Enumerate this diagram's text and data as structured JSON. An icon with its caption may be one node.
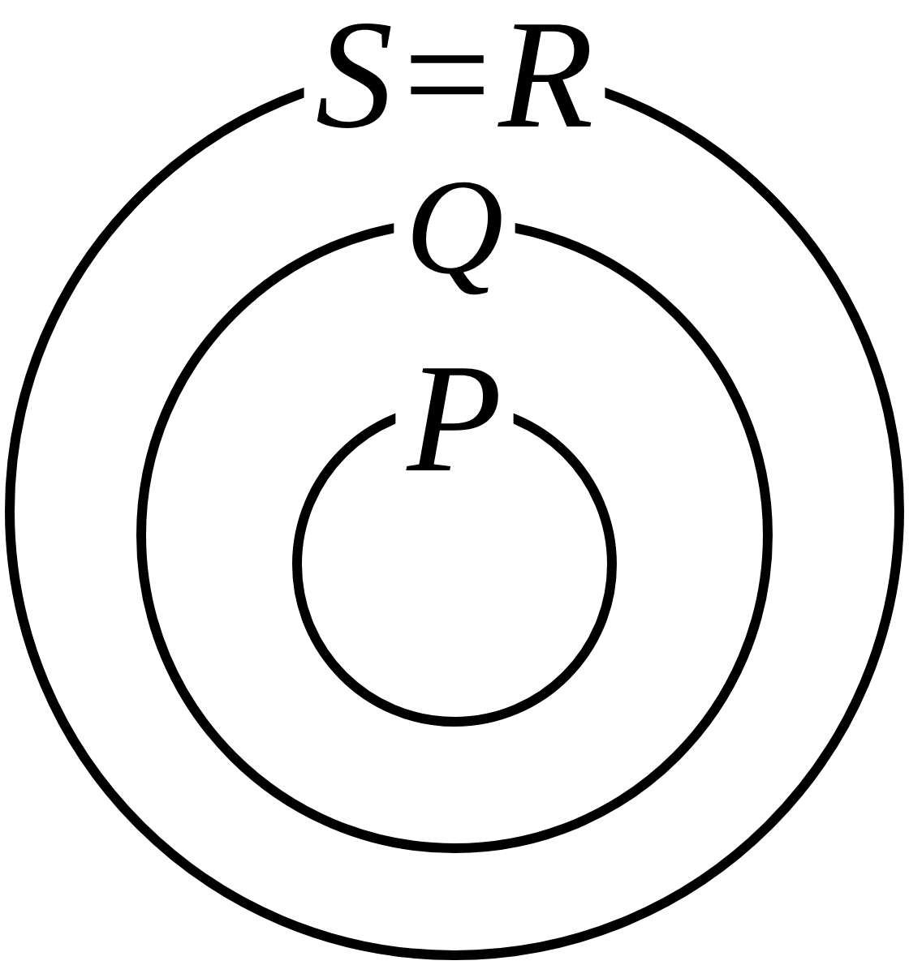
{
  "diagram": {
    "nodes": [
      {
        "text": [
          "S=R"
        ]
      },
      {
        "text": [
          "Q"
        ],
        "in": 0
      },
      {
        "text": [
          "P"
        ],
        "in": 1
      }
    ]
  }
}
